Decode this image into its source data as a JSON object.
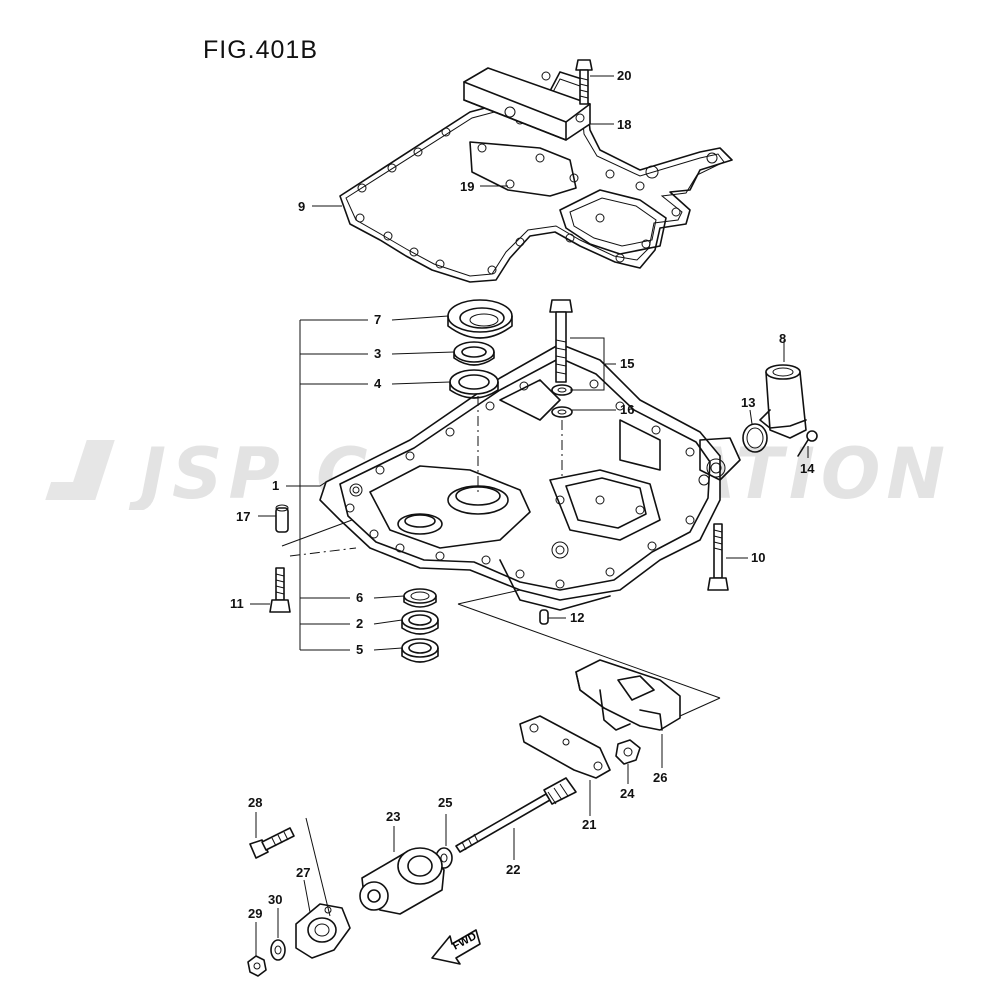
{
  "figure": {
    "title": "FIG.401B"
  },
  "watermark": {
    "text": "JSP CORPORATION"
  },
  "callouts": [
    {
      "num": "1"
    },
    {
      "num": "2"
    },
    {
      "num": "3"
    },
    {
      "num": "4"
    },
    {
      "num": "5"
    },
    {
      "num": "6"
    },
    {
      "num": "7"
    },
    {
      "num": "8"
    },
    {
      "num": "9"
    },
    {
      "num": "10"
    },
    {
      "num": "11"
    },
    {
      "num": "12"
    },
    {
      "num": "13"
    },
    {
      "num": "14"
    },
    {
      "num": "15"
    },
    {
      "num": "16"
    },
    {
      "num": "17"
    },
    {
      "num": "18"
    },
    {
      "num": "19"
    },
    {
      "num": "20"
    },
    {
      "num": "21"
    },
    {
      "num": "22"
    },
    {
      "num": "23"
    },
    {
      "num": "24"
    },
    {
      "num": "25"
    },
    {
      "num": "26"
    },
    {
      "num": "27"
    },
    {
      "num": "28"
    },
    {
      "num": "29"
    },
    {
      "num": "30"
    }
  ],
  "fwd_arrow": {
    "label": "FWD"
  }
}
